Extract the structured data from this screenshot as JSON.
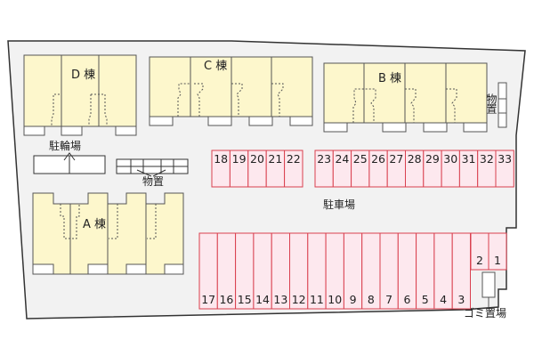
{
  "colors": {
    "lot_fill": "#f2f2f2",
    "lot_border": "#333333",
    "building_fill": "#fdf7cc",
    "building_border": "#555555",
    "parking_fill": "#fde8ee",
    "parking_border": "#d9404f"
  },
  "buildings": {
    "a": {
      "label": "A 棟"
    },
    "b": {
      "label": "B 棟"
    },
    "c": {
      "label": "C 棟"
    },
    "d": {
      "label": "D 棟"
    }
  },
  "facilities": {
    "bicycle_parking": "駐輪場",
    "storage_left": "物置",
    "storage_right": "物置",
    "parking_lot": "駐車場",
    "garbage_area": "ゴミ置場"
  },
  "parking": {
    "upper_left": [
      "18",
      "19",
      "20",
      "21",
      "22"
    ],
    "upper_right": [
      "23",
      "24",
      "25",
      "26",
      "27",
      "28",
      "29",
      "30",
      "31",
      "32",
      "33"
    ],
    "lower": [
      "17",
      "16",
      "15",
      "14",
      "13",
      "12",
      "11",
      "10",
      "9",
      "8",
      "7",
      "6",
      "5",
      "4",
      "3"
    ],
    "lower_short": [
      "2",
      "1"
    ]
  }
}
